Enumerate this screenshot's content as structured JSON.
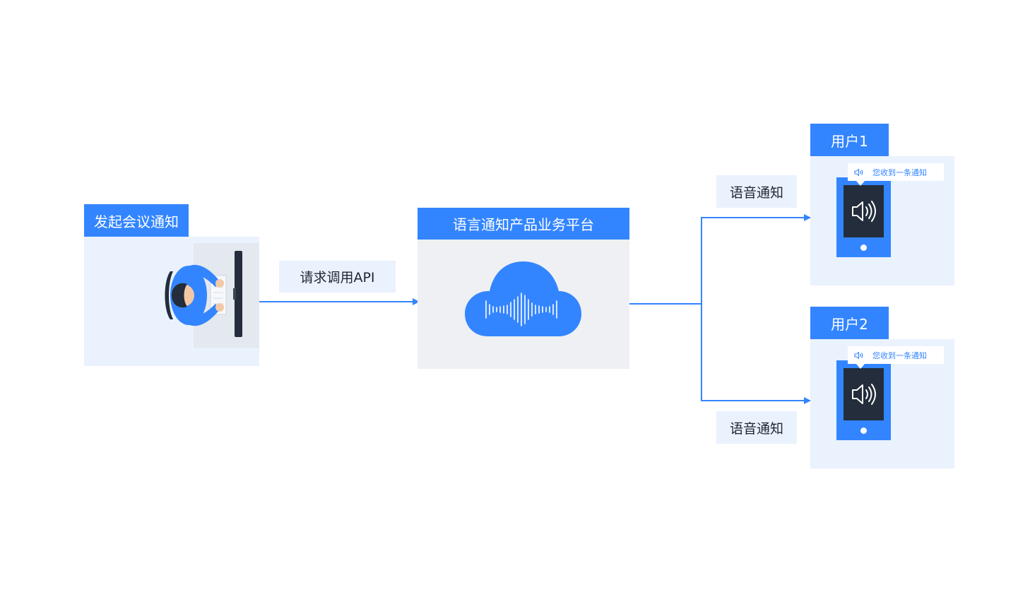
{
  "initiator": {
    "title": "发起会议通知"
  },
  "request": {
    "label": "请求调用API"
  },
  "platform": {
    "title": "语言通知产品业务平台"
  },
  "branches": [
    {
      "label": "语音通知"
    },
    {
      "label": "语音通知"
    }
  ],
  "users": [
    {
      "title": "用户1",
      "notification": "您收到一条通知"
    },
    {
      "title": "用户2",
      "notification": "您收到一条通知"
    }
  ],
  "colors": {
    "accent": "#3385ff",
    "panel_light": "#eaf2fe",
    "panel_grey": "#eef0f4",
    "dark": "#232d3b"
  }
}
